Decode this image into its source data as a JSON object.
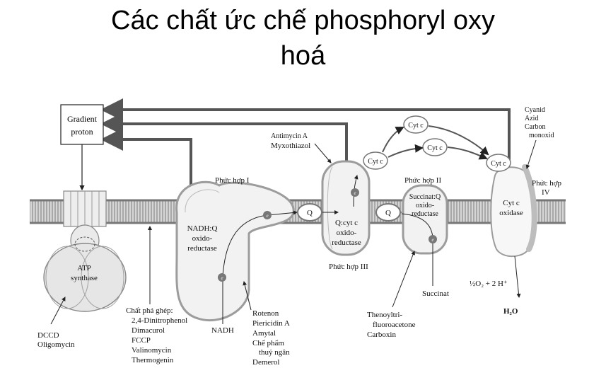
{
  "title": {
    "line1": "Các chất ức chế phosphoryl oxy",
    "line2": "hoá"
  },
  "gradient_box": {
    "line1": "Gradient",
    "line2": "proton"
  },
  "complexes": {
    "complex1_header": "Phức hợp I",
    "complex1_name": [
      "NADH:Q",
      "oxido-",
      "reductase"
    ],
    "complex2_header": "Phức hợp II",
    "complex2_name": [
      "Succinat:Q",
      "oxido-",
      "reductase"
    ],
    "complex3_footer": "Phức hợp III",
    "complex3_name": [
      "Q:cyt c",
      "oxido-",
      "reductase"
    ],
    "complex4_header": [
      "Phức hợp",
      "IV"
    ],
    "complex4_name": [
      "Cyt c",
      "oxidase"
    ],
    "atp_synthase": [
      "ATP",
      "synthase"
    ]
  },
  "carriers": {
    "q": "Q",
    "cytc": "Cyt c",
    "e": "e"
  },
  "substrates": {
    "nadh": "NADH",
    "succinat": "Succinat",
    "oxygen": "½O₂ + 2 H⁺",
    "water": "H₂O"
  },
  "inhibitors": {
    "antimycin": [
      "Antimycin A",
      "Myxothiazol"
    ],
    "cyanide": [
      "Cyanid",
      "Azid",
      "Carbon",
      "monoxid"
    ],
    "rotenone": [
      "Rotenon",
      "Piericidin A",
      "Amytal",
      "Chế phẩm",
      "thuỷ ngân",
      "Demerol"
    ],
    "thenoyl": [
      "Thenoyltri-",
      "fluoroacetone",
      "Carboxin"
    ],
    "uncouplers": [
      "Chất phá ghép:",
      "2,4-Dinitrophenol",
      "Dimacurol",
      "FCCP",
      "Valinomycin",
      "Thermogenin"
    ],
    "dccd": [
      "DCCD",
      "Oligomycin"
    ]
  },
  "colors": {
    "membrane": "#9a9a9a",
    "complex_fill": "#f2f2f2",
    "complex_edge": "#9c9c9c",
    "arrow": "#555555",
    "carrier": "#8a8a8a"
  }
}
